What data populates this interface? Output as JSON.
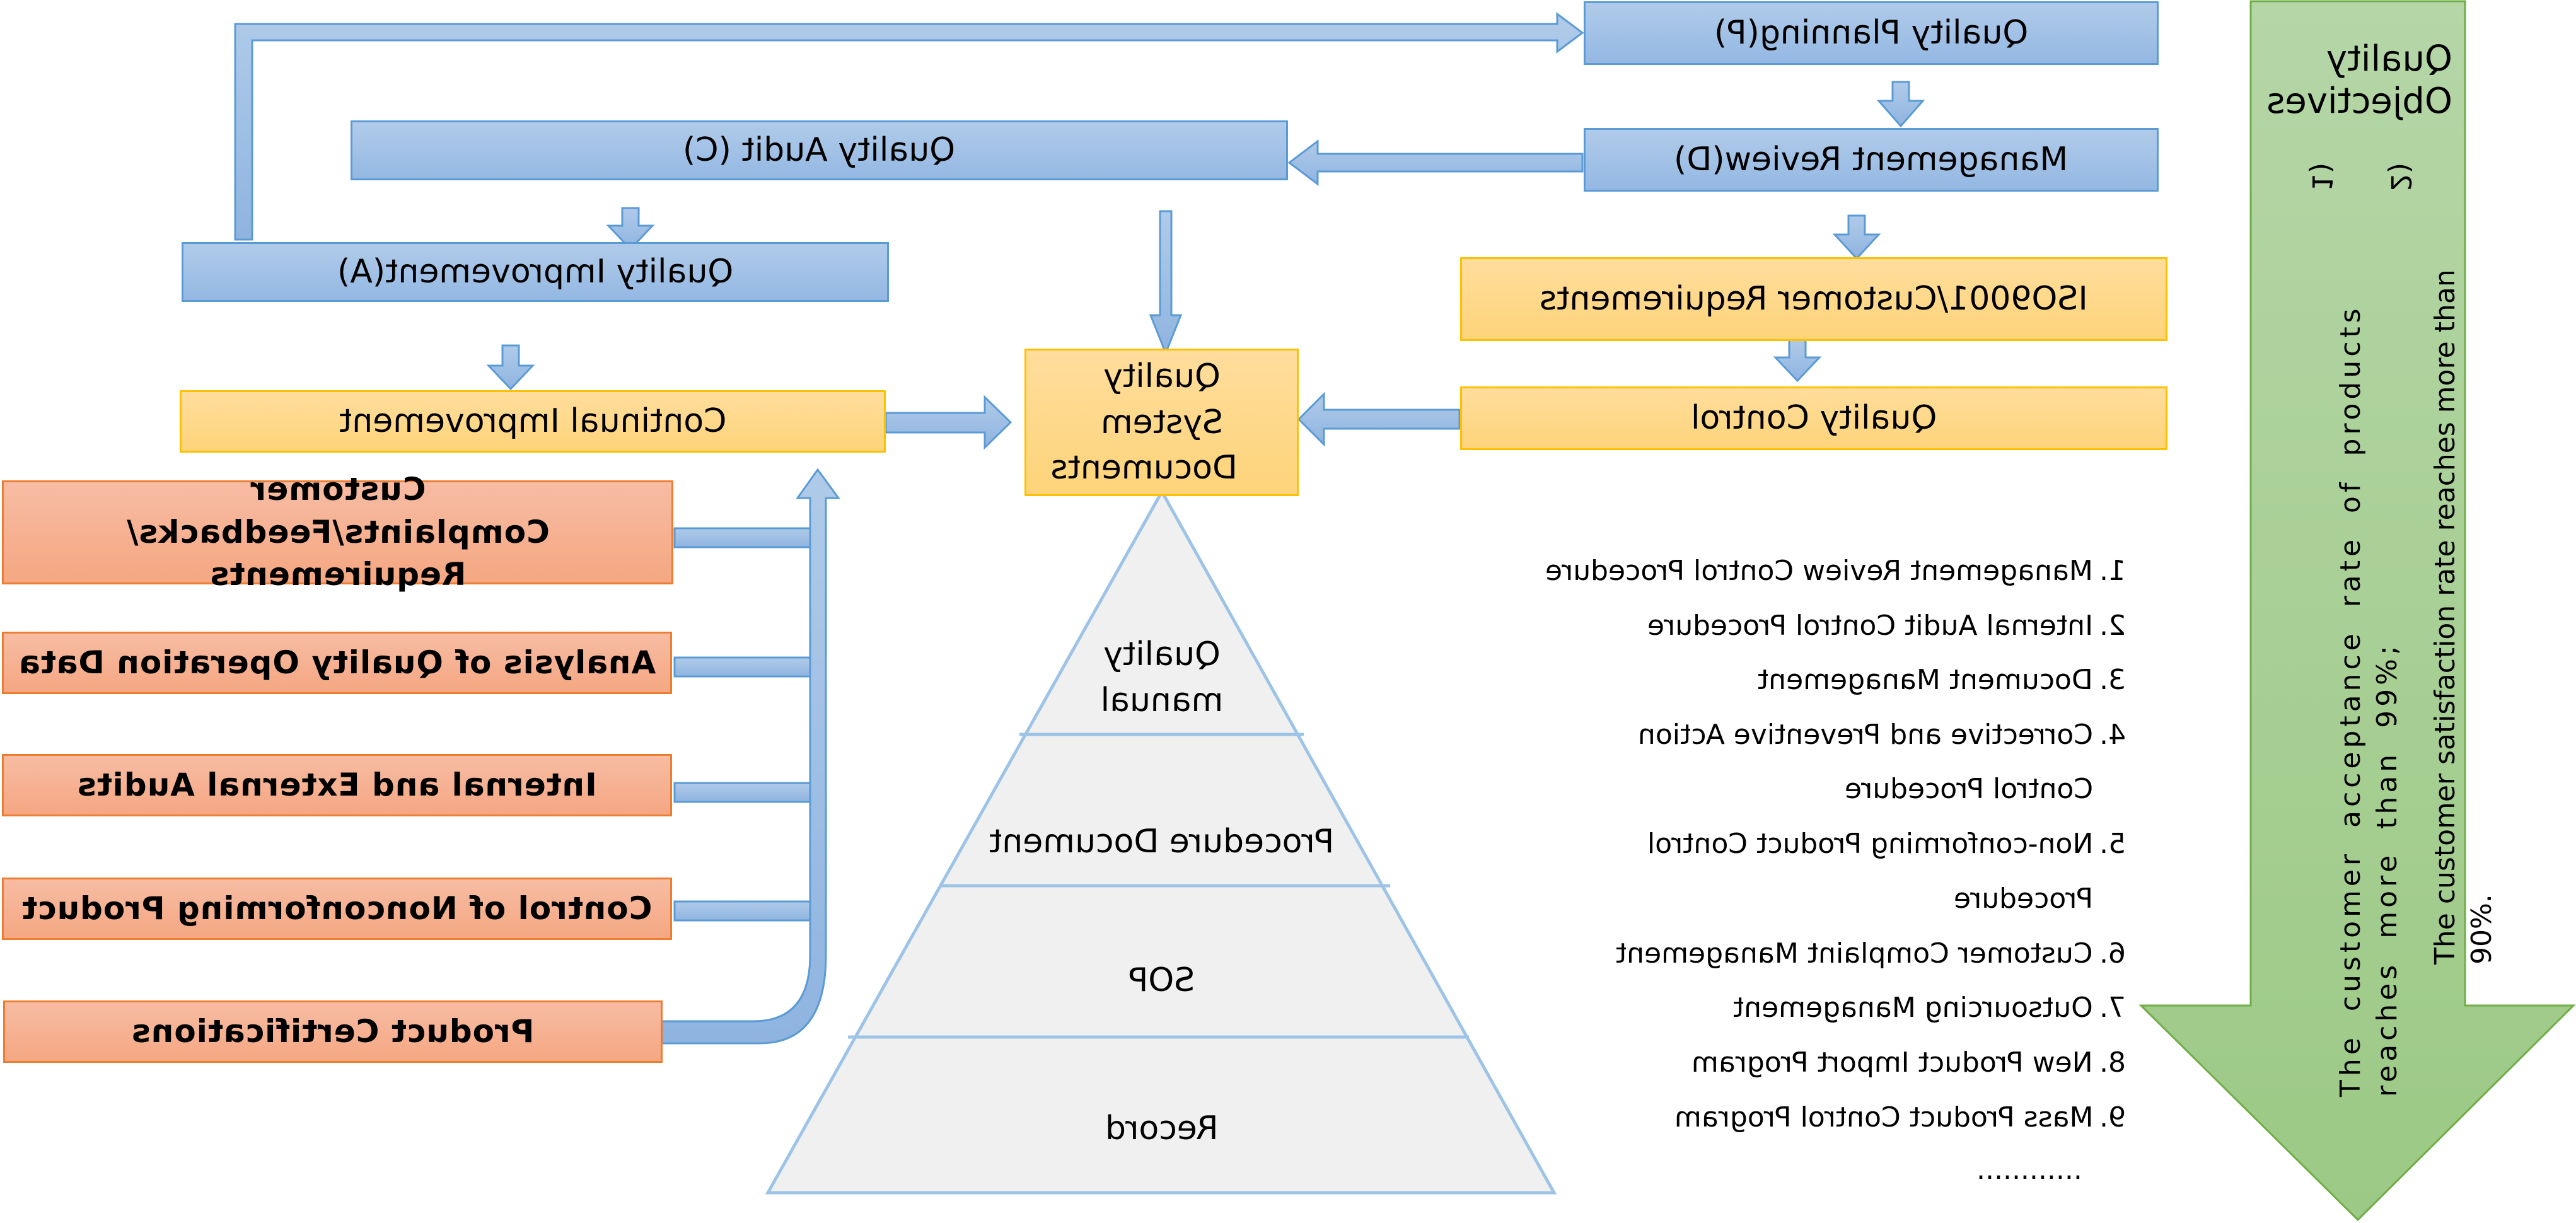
{
  "pdca": {
    "planning": "Quality Planning(P)",
    "review": "Management Review(D)",
    "audit": "Quality Audit (C)",
    "improvement": "Quality Improvement(A)"
  },
  "requirements": {
    "iso": "ISO9001/Customer Requirements",
    "control": "Quality Control",
    "continual": "Continual Improvement",
    "qsd": "Quality System Documents"
  },
  "inputs": [
    "Customer Complaints/Feedbacks/ Requirements",
    "Analysis of Quality Operation Data",
    "Internal and External Audits",
    "Control of Nonconforming Product",
    "Product Certifications"
  ],
  "pyramid": [
    "Quality manual",
    "Procedure Document",
    "SOP",
    "Record"
  ],
  "procedures": {
    "items": [
      {
        "num": "1.",
        "lines": [
          "Management Review Control Procedure"
        ]
      },
      {
        "num": "2.",
        "lines": [
          "Internal Audit Control Procedure"
        ]
      },
      {
        "num": "3.",
        "lines": [
          "Document Management"
        ]
      },
      {
        "num": "4.",
        "lines": [
          "Corrective and Preventive Action",
          "Control Procedure"
        ]
      },
      {
        "num": "5.",
        "lines": [
          "Non-conforming Product Control",
          "Procedure"
        ]
      },
      {
        "num": "6.",
        "lines": [
          "Customer Complaint Management"
        ]
      },
      {
        "num": "7.",
        "lines": [
          "Outsourcing Management"
        ]
      },
      {
        "num": "8.",
        "lines": [
          "New Product Import Program"
        ]
      },
      {
        "num": "9.",
        "lines": [
          "Mass Product Control Program"
        ]
      }
    ],
    "ellipsis": "............"
  },
  "objectives": {
    "title": "Quality Objectives",
    "items": [
      {
        "num": "1)",
        "text": "The customer acceptance rate of products reaches more than 99%;"
      },
      {
        "num": "2)",
        "text": "The customer satisfaction rate reaches more than 90%."
      }
    ]
  },
  "colors": {
    "blue_fill": "#9dbfe6",
    "blue_border": "#5b9bd5",
    "yellow_fill": "#fed88a",
    "yellow_border": "#ffc000",
    "orange_fill": "#f6b192",
    "orange_border": "#ed7d31",
    "green_fill": "#a9d08e",
    "green_border": "#70ad47",
    "pyramid_fill": "#f0f0f0",
    "pyramid_line": "#9dc3e6"
  }
}
